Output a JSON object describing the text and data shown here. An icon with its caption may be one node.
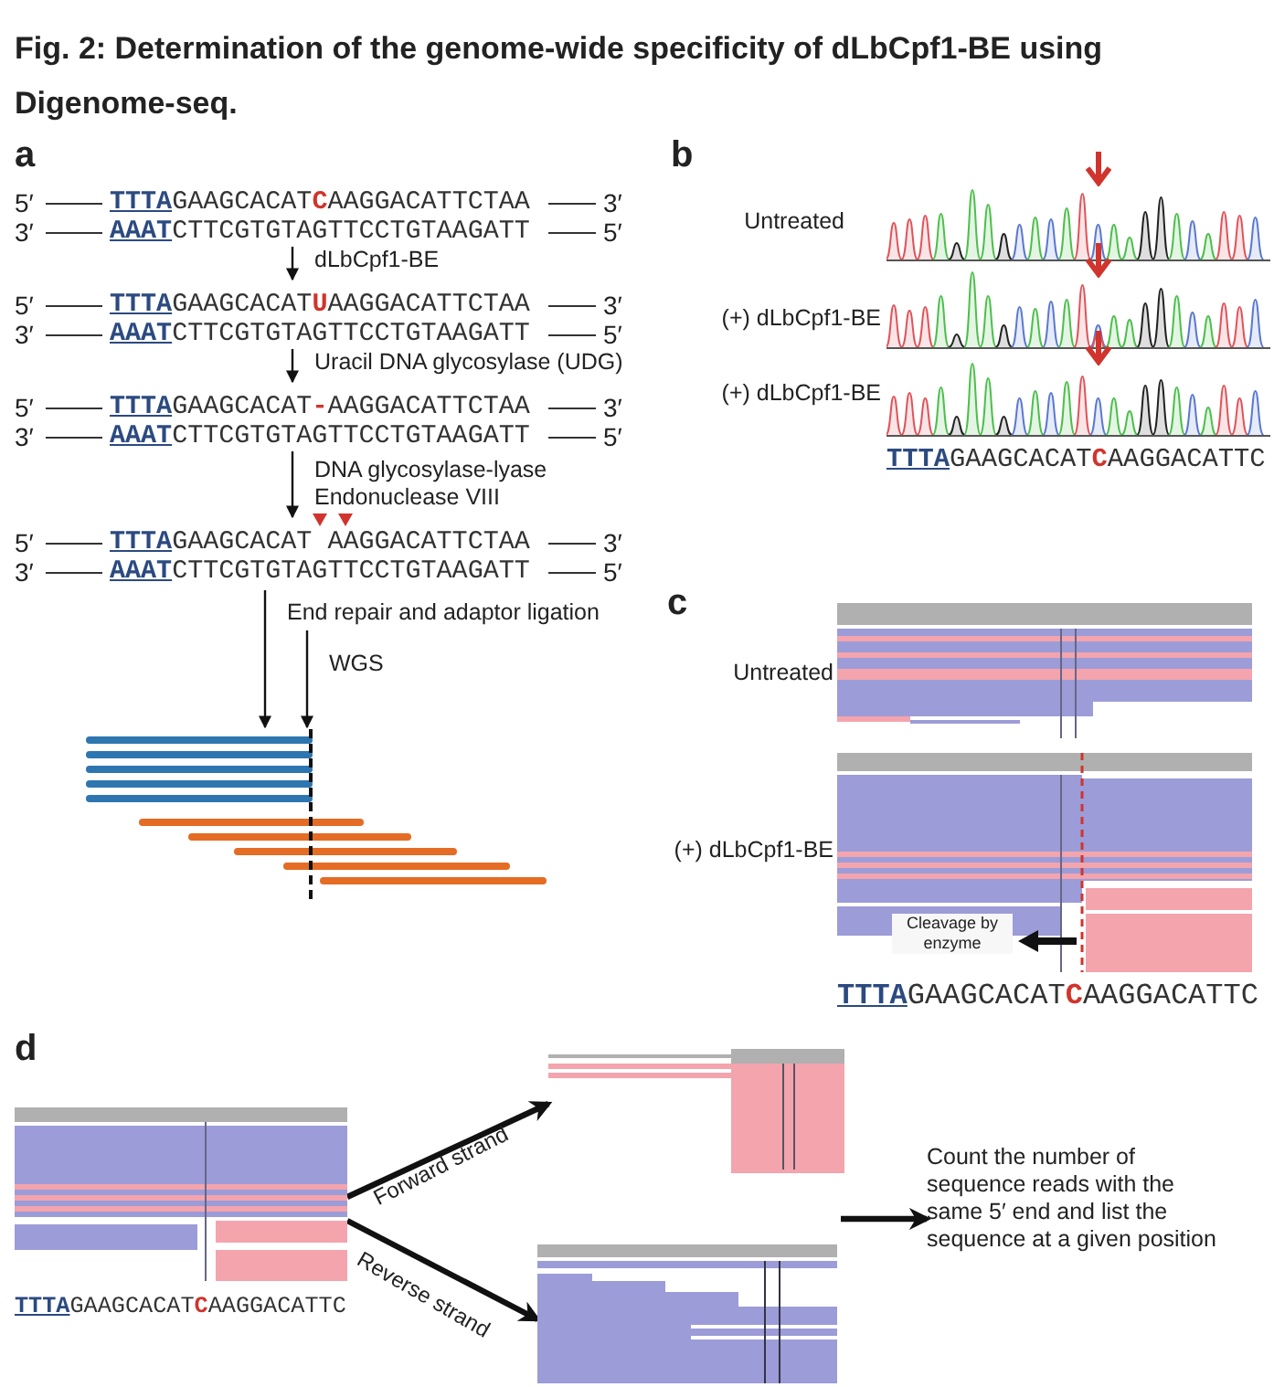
{
  "diagram": {
    "title": "Fig. 2: Determination of the genome-wide specificity of dLbCpf1-BE using Digenome-seq.",
    "nodes": [
      {
        "text": [
          "5′",
          "**TTTA**GAAGCACAT**C**AAGGACATTCTAA",
          "3′",
          "3′",
          "**AAAT**CTTCGTGTAGTTCCTGTAAGATT",
          "5′"
        ]
      },
      {
        "text": [
          "5′",
          "**TTTA**GAAGCACAT**U**AAGGACATTCTAA",
          "3′",
          "3′",
          "**AAAT**CTTCGTGTAGTTCCTGTAAGATT",
          "5′"
        ]
      },
      {
        "text": [
          "5′",
          "**TTTA**GAAGCACAT**-**AAGGACATTCTAA",
          "3′",
          "3′",
          "**AAAT**CTTCGTGTAGTTCCTGTAAGATT",
          "5′"
        ]
      },
      {
        "text": [
          "5′",
          "**TTTA**GAAGCACAT AAGGACATTCTAA",
          "3′",
          "3′",
          "**AAAT**CTTCGTGTAGTTCCTGTAAGATT",
          "5′"
        ]
      },
      {
        "text": [],
        "shape": "picture"
      },
      {
        "text": [
          "**TTTA**GAAGCACAT**C**AAGGACATTC"
        ]
      },
      {
        "text": [],
        "shape": "picture"
      },
      {
        "text": [],
        "shape": "picture"
      },
      {
        "text": [
          "Count the number of sequence reads with the same 5′ end and list the sequence at a given position"
        ]
      }
    ],
    "edges": [
      {
        "from": 0,
        "to": 1,
        "arrow": "to",
        "label": "dLbCpf1-BE"
      },
      {
        "from": 1,
        "to": 2,
        "arrow": "to",
        "label": "Uracil DNA glycosylase (UDG)"
      },
      {
        "from": 2,
        "to": 3,
        "arrow": "to",
        "label": "DNA glycosylase-lyase Endonuclease VIII"
      },
      {
        "from": 3,
        "to": 4,
        "arrow": "to",
        "label": "End repair and adaptor ligation"
      },
      {
        "from": null,
        "to": 4,
        "arrow": "to",
        "label": "WGS"
      },
      {
        "from": 5,
        "to": 6,
        "arrow": "to",
        "label": "Forward strand",
        "style": "thick"
      },
      {
        "from": 5,
        "to": 7,
        "arrow": "to",
        "label": "Reverse strand",
        "style": "thick"
      },
      {
        "from": null,
        "to": 8,
        "arrow": "to",
        "style": "thick"
      }
    ],
    "labels": [
      "a",
      "b",
      "Untreated",
      "(+) dLbCpf1-BE",
      "(+) dLbCpf1-BE",
      "**TTTA**GAAGCACAT**C**AAGGACATTC",
      "c",
      "Untreated",
      "(+) dLbCpf1-BE",
      "Cleavage by enzyme",
      "**TTTA**GAAGCACAT**C**AAGGACATTC",
      "d"
    ]
  }
}
